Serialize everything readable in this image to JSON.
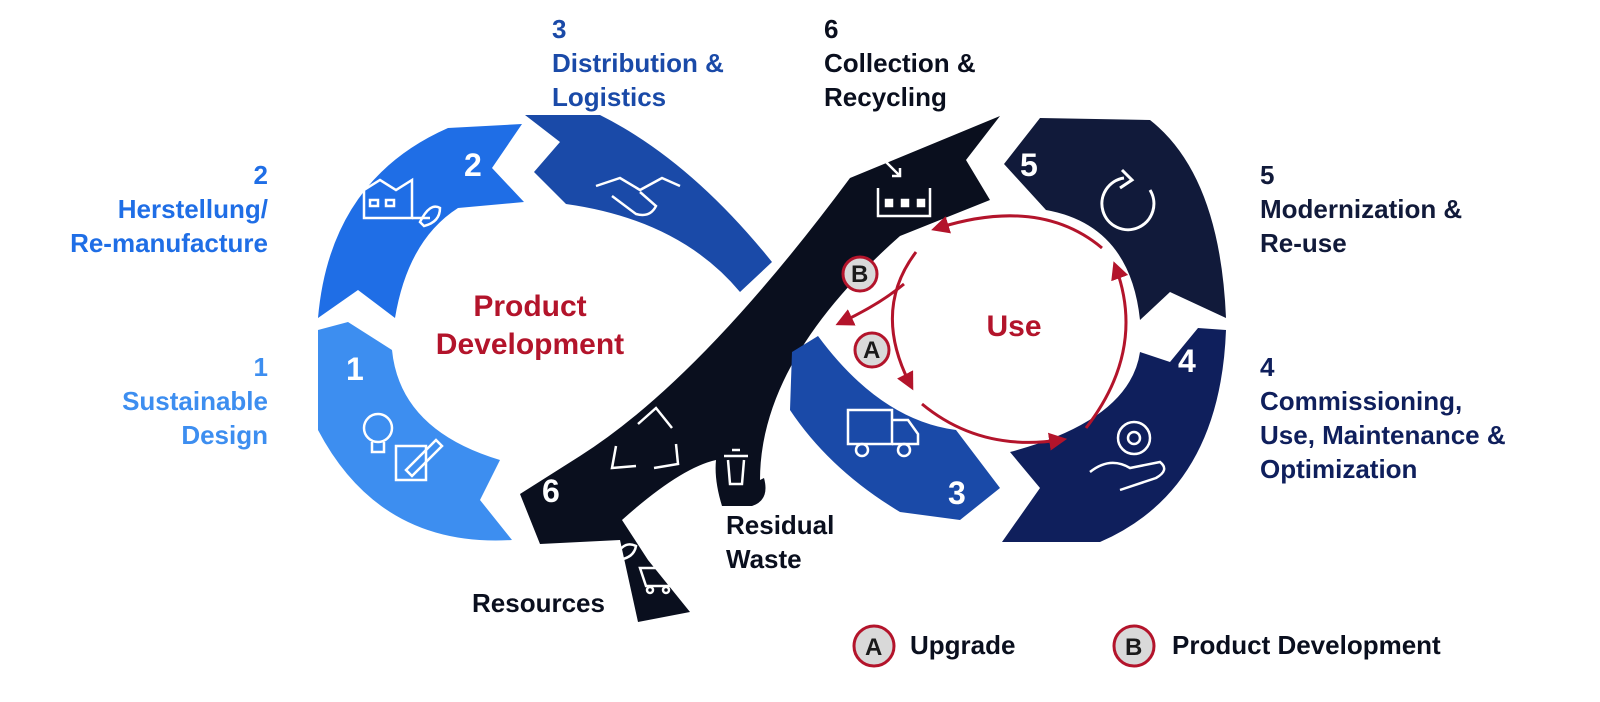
{
  "stages": [
    {
      "id": "s1",
      "number": "1",
      "line1": "Sustainable",
      "line2": "Design",
      "color": "#3d8ef0"
    },
    {
      "id": "s2",
      "number": "2",
      "line1": "Herstellung/",
      "line2": "Re-manufacture",
      "color": "#1f6ee6"
    },
    {
      "id": "s3",
      "number": "3",
      "line1": "Distribution &",
      "line2": "Logistics",
      "color": "#1a4aa8"
    },
    {
      "id": "s4",
      "number": "4",
      "line1": "Commissioning,",
      "line2": "Use, Maintenance &",
      "line3": "Optimization",
      "color": "#0f1f5c"
    },
    {
      "id": "s5",
      "number": "5",
      "line1": "Modernization &",
      "line2": "Re-use",
      "color": "#111a3a"
    },
    {
      "id": "s6",
      "number": "6",
      "line1": "Collection &",
      "line2": "Recycling",
      "color": "#0a0f1e"
    }
  ],
  "center_left": {
    "line1": "Product",
    "line2": "Development"
  },
  "center_right": {
    "label": "Use"
  },
  "outputs": {
    "residual_line1": "Residual",
    "residual_line2": "Waste",
    "resources": "Resources"
  },
  "badges": {
    "a": "A",
    "b": "B"
  },
  "legend": [
    {
      "badge": "A",
      "text": "Upgrade"
    },
    {
      "badge": "B",
      "text": "Product Development"
    }
  ],
  "icons": [
    "lightbulb-pencil-icon",
    "factory-leaf-icon",
    "handshake-icon",
    "truck-icon",
    "gear-hand-icon",
    "refresh-icon",
    "collection-bin-icon",
    "recycle-icon",
    "trash-can-icon",
    "ore-cart-leaf-icon"
  ],
  "colors": {
    "accent_red": "#b3142b",
    "badge_fill": "#d9d9d9"
  }
}
